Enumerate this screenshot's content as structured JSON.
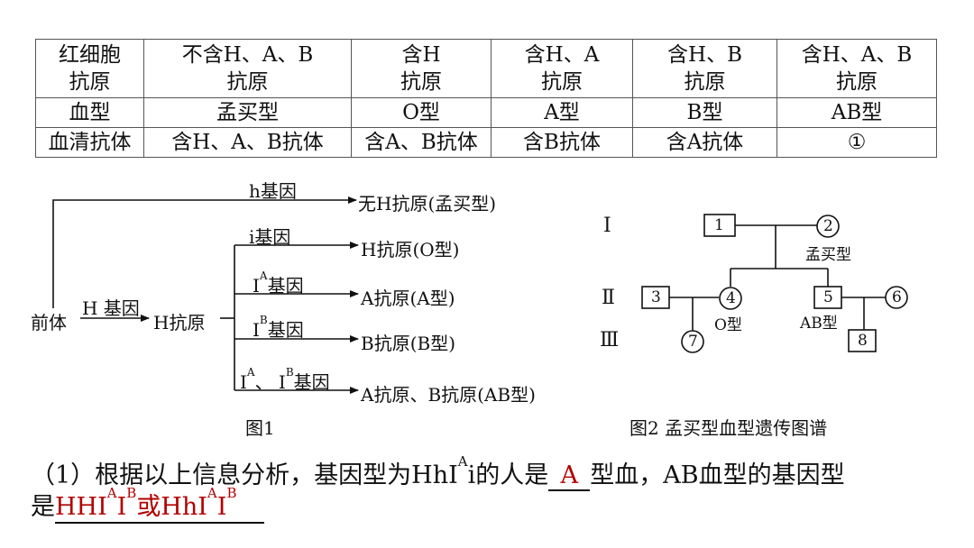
{
  "table": {
    "row1": [
      [
        "红细胞",
        "抗原"
      ],
      [
        "不含H、A、B",
        "抗原"
      ],
      [
        "含H",
        "抗原"
      ],
      [
        "含H、A",
        "抗原"
      ],
      [
        "含H、B",
        "抗原"
      ],
      [
        "含H、A、B",
        "抗原"
      ]
    ],
    "row2": [
      "血型",
      "孟买型",
      "O型",
      "A型",
      "B型",
      "AB型"
    ],
    "row3": [
      "血清抗体",
      "含H、A、B抗体",
      "含A、B抗体",
      "含B抗体",
      "含A抗体",
      "①"
    ]
  },
  "figure1": {
    "precursor": "前体",
    "h_upper_gene": "H 基因",
    "h_antigen": "H抗原",
    "h_lower_gene": "h基因",
    "no_h_result": "无H抗原(孟买型)",
    "i_gene": "i基因",
    "i_result": "H抗原(O型)",
    "ia_gene_prefix": "I",
    "ia_gene_sup": "A",
    "ia_gene_suffix": "基因",
    "ia_result": "A抗原(A型)",
    "ib_gene_prefix": "I",
    "ib_gene_sup": "B",
    "ib_gene_suffix": "基因",
    "ib_result": "B抗原(B型)",
    "iab_gene_a": "I",
    "iab_gene_a_sup": "A",
    "iab_gene_sep": "、 I",
    "iab_gene_b_sup": "B",
    "iab_gene_suffix": "基因",
    "iab_result": "A抗原、B抗原(AB型)",
    "caption": "图1"
  },
  "figure2": {
    "gen_I": "I",
    "gen_II": "Ⅱ",
    "gen_III": "Ⅲ",
    "n1": "1",
    "n2": "2",
    "n3": "3",
    "n4": "4",
    "n5": "5",
    "n6": "6",
    "n7": "7",
    "n8": "8",
    "label_mengmai": "孟买型",
    "label_o": "O型",
    "label_ab": "AB型",
    "caption": "图2 孟买型血型遗传图谱"
  },
  "question": {
    "line1_a": "（1）根据以上信息分析，基因型为HhI",
    "line1_sup": "A",
    "line1_b": "i的人是",
    "answer1": "A",
    "line1_c": "型血，AB血型的基因型",
    "line2_prefix": "是",
    "answer2_a": "HHI",
    "answer2_sup1": "A",
    "answer2_b": "I",
    "answer2_sup2": "B",
    "answer2_c": "或HhI",
    "answer2_sup3": "A",
    "answer2_d": "I",
    "answer2_sup4": "B"
  },
  "colors": {
    "answer": "#b30000",
    "line": "#111111"
  }
}
